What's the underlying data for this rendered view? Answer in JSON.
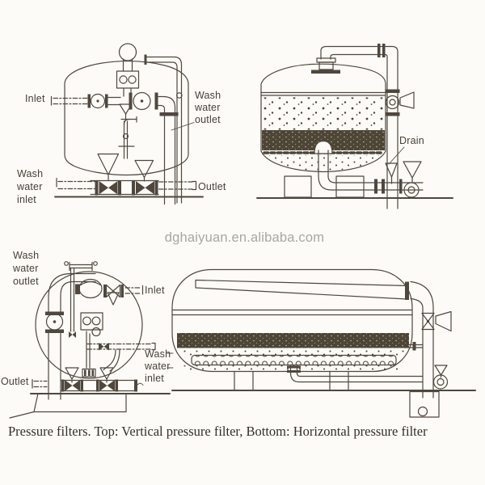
{
  "palette": {
    "background": "#fcfbf7",
    "ink": "#4f473e",
    "media_dark": "#4d4536",
    "watermark_gray": "#a8a7a4",
    "caption_color": "#342e28"
  },
  "watermark": {
    "text": "dghaiyuan.en.alibaba.com"
  },
  "caption": {
    "text": "Pressure filters. Top: Vertical pressure filter, Bottom: Horizontal pressure filter"
  },
  "diagrams": {
    "top_left": {
      "labels": {
        "inlet": "Inlet",
        "wash_water_outlet": "Wash\nwater\noutlet",
        "wash_water_inlet": "Wash\nwater\ninlet",
        "outlet": "Outlet"
      }
    },
    "top_right": {
      "labels": {
        "drain": "Drain"
      }
    },
    "bottom_left": {
      "labels": {
        "wash_water_outlet": "Wash\nwater\noutlet",
        "inlet": "Inlet",
        "wash_water_inlet": "Wash\nwater\ninlet",
        "outlet": "Outlet"
      }
    }
  }
}
